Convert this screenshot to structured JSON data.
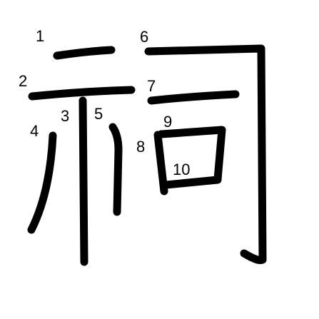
{
  "diagram": {
    "character": "祠",
    "stroke_count": 10,
    "stroke_color": "#000000",
    "background_color": "#ffffff",
    "strokes": [
      {
        "order": 1,
        "label": "1"
      },
      {
        "order": 2,
        "label": "2"
      },
      {
        "order": 3,
        "label": "3"
      },
      {
        "order": 4,
        "label": "4"
      },
      {
        "order": 5,
        "label": "5"
      },
      {
        "order": 6,
        "label": "6"
      },
      {
        "order": 7,
        "label": "7"
      },
      {
        "order": 8,
        "label": "8"
      },
      {
        "order": 9,
        "label": "9"
      },
      {
        "order": 10,
        "label": "10"
      }
    ]
  }
}
